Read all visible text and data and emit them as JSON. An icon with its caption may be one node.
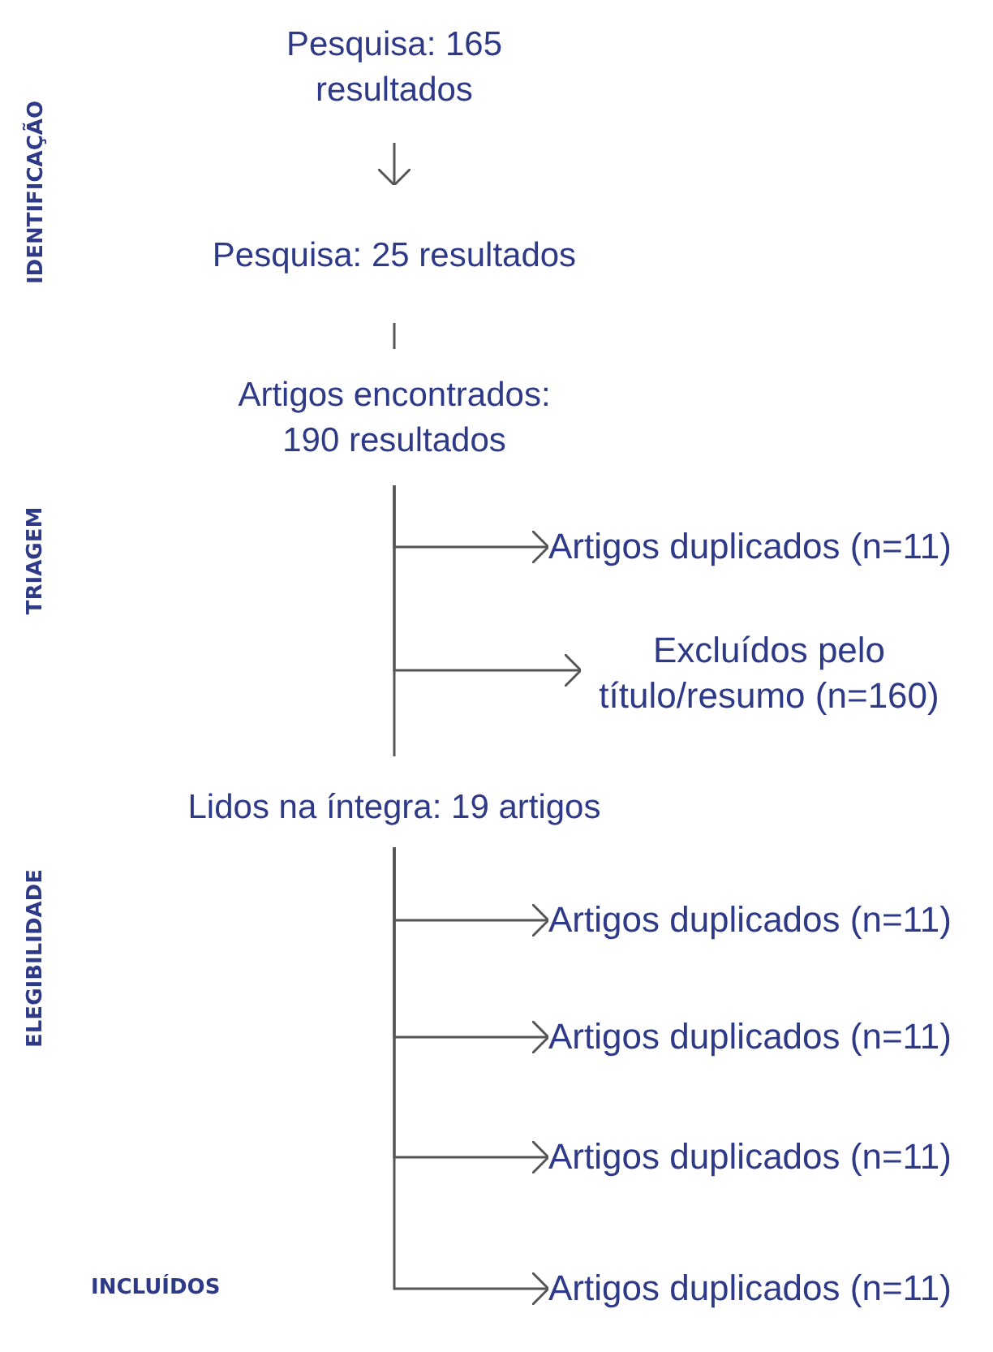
{
  "diagram": {
    "nodes": [
      {
        "text": [
          "Pesquisa: 165 resultados"
        ]
      },
      {
        "text": [
          "Pesquisa: 25 resultados"
        ]
      },
      {
        "text": [
          "Artigos encontrados: 190 resultados"
        ]
      },
      {
        "text": [
          "Artigos duplicados (n=11)"
        ]
      },
      {
        "text": [
          "Excluídos pelo título/resumo (n=160)"
        ]
      },
      {
        "text": [
          "Lidos na íntegra: 19 artigos"
        ]
      },
      {
        "text": [
          "Artigos duplicados (n=11)"
        ]
      },
      {
        "text": [
          "Artigos duplicados (n=11)"
        ]
      },
      {
        "text": [
          "Artigos duplicados (n=11)"
        ]
      },
      {
        "text": [
          "Artigos duplicados (n=11)"
        ]
      }
    ],
    "edges": [
      {
        "from": 0,
        "to": 1,
        "arrow": "to"
      },
      {
        "from": 1,
        "to": 2,
        "arrow": "none"
      },
      {
        "from": 2,
        "to": 3,
        "arrow": "to"
      },
      {
        "from": 2,
        "to": 4,
        "arrow": "to"
      },
      {
        "from": 2,
        "to": 5,
        "arrow": "none"
      },
      {
        "from": 5,
        "to": 6,
        "arrow": "to"
      },
      {
        "from": 5,
        "to": 7,
        "arrow": "to"
      },
      {
        "from": 5,
        "to": 8,
        "arrow": "to"
      },
      {
        "from": 5,
        "to": 9,
        "arrow": "to"
      }
    ],
    "labels": [
      "IDENTIFICAÇÃO",
      "TRIAGEM",
      "ELEGIBILIDADE",
      "INCLUÍDOS"
    ]
  }
}
